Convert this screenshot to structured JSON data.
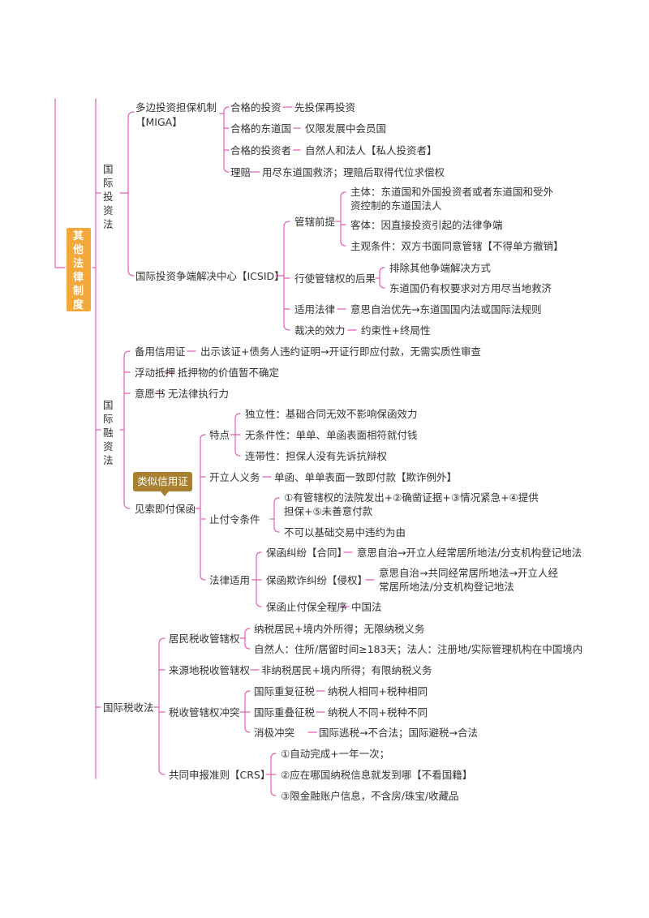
{
  "colors": {
    "line": "#e25fb4",
    "root_bg": "#f2a83b",
    "callout_bg": "#a9802f",
    "text": "#333333"
  },
  "root": "其他法律制度",
  "invest": {
    "title": "国际投资法",
    "miga": {
      "label": "多边投资担保机制【MIGA】",
      "items": [
        {
          "k": "合格的投资",
          "v": "先投保再投资"
        },
        {
          "k": "合格的东道国",
          "v": "仅限发展中会员国"
        },
        {
          "k": "合格的投资者",
          "v": "自然人和法人【私人投资者】"
        },
        {
          "k": "理赔",
          "v": "用尽东道国救济；理赔后取得代位求偿权"
        }
      ]
    },
    "icsid": {
      "label": "国际投资争端解决中心【ICSID】",
      "jurisdiction": {
        "label": "管辖前提",
        "items": [
          "主体：东道国和外国投资者或者东道国和受外资控制的东道国法人",
          "客体：因直接投资引起的法律争端",
          "主观条件：双方书面同意管辖【不得单方撤销】"
        ]
      },
      "effect": {
        "label": "行使管辖权的后果",
        "items": [
          "排除其他争端解决方式",
          "东道国仍有权要求对方用尽当地救济"
        ]
      },
      "law": {
        "k": "适用法律",
        "v": "意思自治优先→东道国国内法或国际法规则"
      },
      "award": {
        "k": "裁决的效力",
        "v": "约束性+终局性"
      }
    }
  },
  "finance": {
    "title": "国际融资法",
    "standby": {
      "k": "备用信用证",
      "v": "出示该证+债务人违约证明→开证行即应付款，无需实质性审查"
    },
    "floating": {
      "k": "浮动抵押",
      "v": "抵押物的价值暂不确定"
    },
    "intent": {
      "k": "意愿书",
      "v": "无法律执行力"
    },
    "callout": "类似信用证",
    "demand": {
      "label": "见索即付保函",
      "features": {
        "label": "特点",
        "items": [
          "独立性：基础合同无效不影响保函效力",
          "无条件性：单单、单函表面相符就付钱",
          "连带性：担保人没有先诉抗辩权"
        ]
      },
      "obligation": {
        "k": "开立人义务",
        "v": "单函、单单表面一致即付款【欺诈例外】"
      },
      "stop": {
        "label": "止付令条件",
        "items": [
          "①有管辖权的法院发出+②确凿证据+③情况紧急+④提供担保+⑤未善意付款",
          "不可以基础交易中违约为由"
        ]
      },
      "law": {
        "label": "法律适用",
        "items": [
          {
            "k": "保函纠纷【合同】",
            "v": "意思自治→开立人经常居所地法/分支机构登记地法"
          },
          {
            "k": "保函欺诈纠纷【侵权】",
            "v": "意思自治→共同经常居所地法→开立人经常居所地法/分支机构登记地法"
          },
          {
            "k": "保函止付保全程序",
            "v": "中国法"
          }
        ]
      }
    }
  },
  "tax": {
    "title": "国际税收法",
    "resident": {
      "label": "居民税收管辖权",
      "items": [
        "纳税居民+境内外所得；无限纳税义务",
        "自然人：住所/居留时间≥183天；法人：注册地/实际管理机构在中国境内"
      ]
    },
    "source": {
      "k": "来源地税收管辖权",
      "v": "非纳税居民+境内所得；有限纳税义务"
    },
    "conflict": {
      "label": "税收管辖权冲突",
      "items": [
        {
          "k": "国际重复征税",
          "v": "纳税人相同+税种相同"
        },
        {
          "k": "国际重叠征税",
          "v": "纳税人不同+税种不同"
        },
        {
          "k": "消极冲突",
          "v": "国际逃税→不合法；国际避税→合法"
        }
      ]
    },
    "crs": {
      "label": "共同申报准则【CRS】",
      "items": [
        "①自动完成+一年一次；",
        "②应在哪国纳税信息就发到哪【不看国籍】",
        "③限金融账户信息，不含房/珠宝/收藏品"
      ]
    }
  }
}
